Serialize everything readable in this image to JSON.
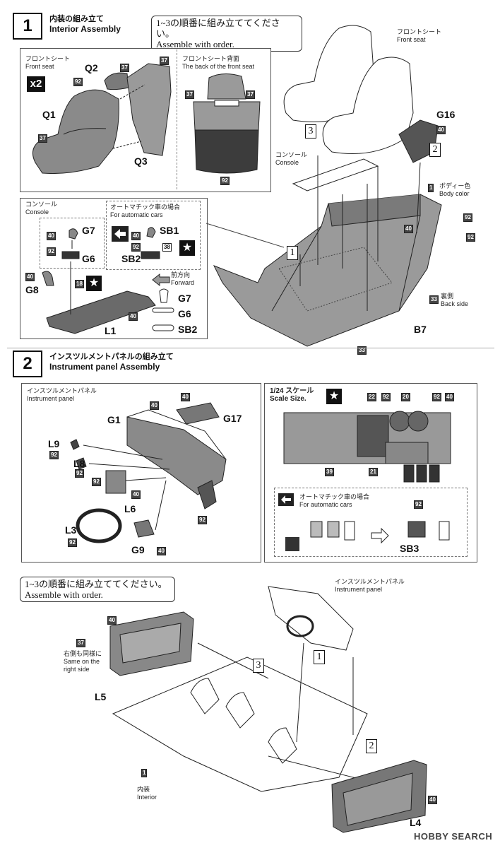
{
  "step1": {
    "number": "1",
    "title_ja": "内装の組み立て",
    "title_en": "Interior Assembly",
    "order_note_ja": "1~3の順番に組み立ててください。",
    "order_note_en": "Assemble with order.",
    "front_seat_ja": "フロントシート",
    "front_seat_en": "Front seat",
    "x2": "x2",
    "seat_back_ja": "フロントシート背面",
    "seat_back_en": "The back of the front seat",
    "console_ja": "コンソール",
    "console_en": "Console",
    "auto_ja": "オートマチック車の場合",
    "auto_en": "For automatic cars",
    "forward_ja": "前方向",
    "forward_en": "Forward",
    "body_color_ja": "ボディー色",
    "body_color_en": "Body color",
    "back_side_ja": "裏側",
    "back_side_en": "Back side",
    "console_label_ja": "コンソール",
    "console_label_en": "Console",
    "front_seat_r_ja": "フロントシート",
    "front_seat_r_en": "Front seat",
    "parts": {
      "q1": "Q1",
      "q2": "Q2",
      "q3": "Q3",
      "g7": "G7",
      "g6": "G6",
      "g8": "G8",
      "l1": "L1",
      "sb1": "SB1",
      "sb2": "SB2",
      "g7b": "G7",
      "g6b": "G6",
      "sb2b": "SB2",
      "g16": "G16",
      "b7": "B7"
    },
    "ord": {
      "o1": "1",
      "o2": "2",
      "o3": "3"
    },
    "color_tags": {
      "t37a": "37",
      "t37b": "37",
      "t37c": "37",
      "t92a": "92",
      "t37d": "37",
      "t37e": "37",
      "t92b": "92",
      "t40a": "40",
      "t92c": "92",
      "t40b": "40",
      "t18": "18",
      "t40c": "40",
      "t40d": "40",
      "t92d": "92",
      "t38": "38",
      "t40e": "40",
      "t1": "1",
      "t40f": "40",
      "t92e": "92",
      "t92f": "92",
      "t33a": "33",
      "t33b": "33"
    }
  },
  "step2": {
    "number": "2",
    "title_ja": "インスツルメントパネルの組み立て",
    "title_en": "Instrument panel Assembly",
    "panel_ja": "インスツルメントパネル",
    "panel_en": "Instrument panel",
    "scale_ja": "1/24 スケール",
    "scale_en": "Scale Size.",
    "auto_ja": "オートマチック車の場合",
    "auto_en": "For automatic cars",
    "parts": {
      "g1": "G1",
      "g17": "G17",
      "l9": "L9",
      "l8": "L8",
      "l6": "L6",
      "l3": "L3",
      "g9": "G9",
      "sb3": "SB3"
    },
    "color_tags": {
      "t40a": "40",
      "t40b": "40",
      "t92a": "92",
      "t92b": "92",
      "t92c": "92",
      "t40c": "40",
      "t92d": "92",
      "t92e": "92",
      "t40d": "40",
      "t22": "22",
      "t92f": "92",
      "t20": "20",
      "t92g": "92",
      "t40e": "40",
      "t39": "39",
      "t21": "21",
      "t92h": "92"
    }
  },
  "step3": {
    "order_note_ja": "1~3の順番に組み立ててください。",
    "order_note_en": "Assemble with order.",
    "panel_ja": "インスツルメントパネル",
    "panel_en": "Instrument panel",
    "same_ja": "右側も同様に",
    "same_en1": "Same on the",
    "same_en2": "right side",
    "interior_ja": "内装",
    "interior_en": "Interior",
    "parts": {
      "l5": "L5",
      "l4": "L4"
    },
    "ord": {
      "o1": "1",
      "o2": "2",
      "o3": "3",
      "int": "1"
    },
    "color_tags": {
      "t40a": "40",
      "t37": "37",
      "t40b": "40"
    }
  },
  "watermark": "HOBBY SEARCH"
}
